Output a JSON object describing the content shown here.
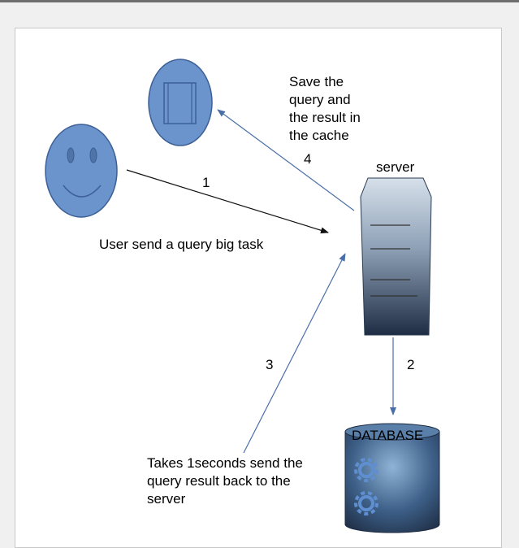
{
  "labels": {
    "cache_note": "Save the\nquery and\nthe result in\nthe cache",
    "step4": "4",
    "server": "server",
    "step1": "1",
    "user_query": "User send a query big task",
    "step3": "3",
    "step2": "2",
    "takes_note": "Takes 1seconds send the\nquery result back to the\nserver",
    "database": "DATABASE"
  },
  "colors": {
    "shape_fill": "#6b93cc",
    "shape_stroke": "#3c5f96",
    "arrow_blue": "#4a6fa8",
    "arrow_black": "#111111",
    "server_dark": "#1f2d44",
    "server_light": "#c5d2e0",
    "db_dark": "#1c2a40",
    "db_light": "#8fb3d6"
  },
  "icons": [
    "smiley-face",
    "cache-document",
    "server-tower",
    "database-cylinder",
    "gear-icon"
  ]
}
